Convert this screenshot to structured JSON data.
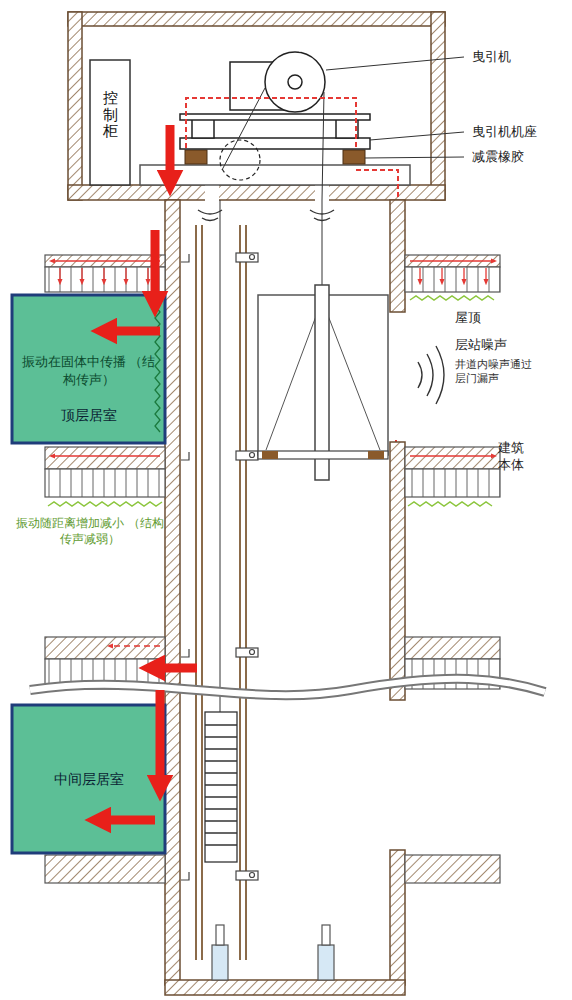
{
  "diagram": {
    "nodes": [
      {
        "text": [
          "控制柜"
        ]
      },
      {
        "text": [
          "振动在固体中传播 （结构传声）",
          "顶层居室"
        ]
      },
      {
        "text": [
          "中间层居室"
        ]
      }
    ],
    "labels": [
      "曳引机",
      "曳引机机座",
      "减震橡胶",
      "屋顶",
      "层站噪声",
      "井道内噪声通过 层门漏声",
      "建筑 本体",
      "振动随距离增加减小 （结构传声减弱）"
    ]
  }
}
